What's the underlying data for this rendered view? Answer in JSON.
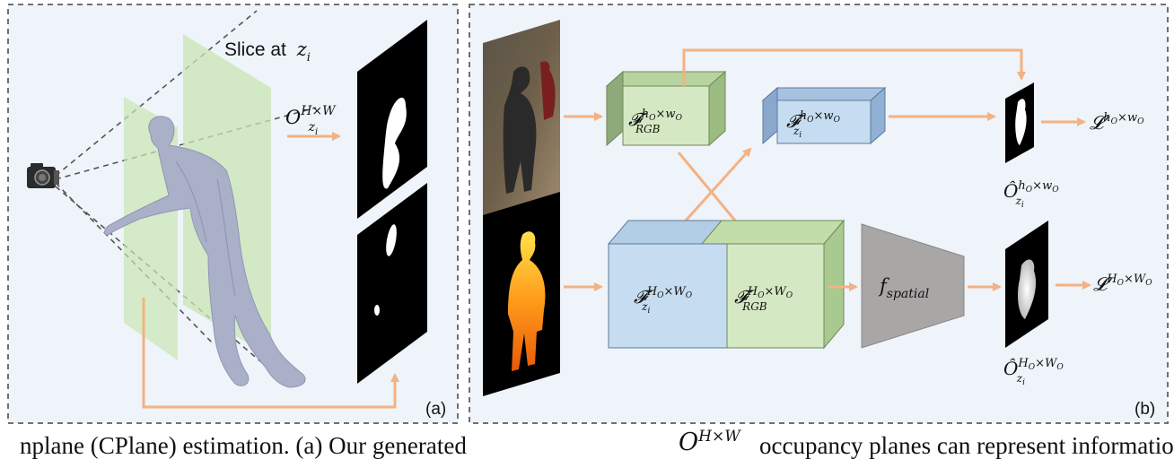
{
  "panel_a": {
    "tag": "(a)",
    "slice_label": "Slice at",
    "slice_var": "z",
    "slice_sub": "i",
    "occ_label": "O",
    "occ_sub": "z",
    "occ_subsub": "i",
    "occ_sup": "H×W"
  },
  "panel_b": {
    "tag": "(b)",
    "feat_rgb_small": {
      "main": "𝓕",
      "sub": "RGB",
      "sup": "h_O×w_O"
    },
    "feat_z_small": {
      "main": "𝓕",
      "sub": "z_i",
      "sup": "h_O×w_O"
    },
    "feat_z_large": {
      "main": "𝓕",
      "sub": "z_i",
      "sup": "H_O×W_O"
    },
    "feat_rgb_large": {
      "main": "𝓕",
      "sub": "RGB",
      "sup": "H_O×W_O"
    },
    "spatial": {
      "main": "f",
      "sub": "spatial"
    },
    "pred_small": {
      "main": "Ô",
      "sub": "z_i",
      "sup": "h_O×w_O"
    },
    "pred_large": {
      "main": "Ô",
      "sub": "z_i",
      "sup": "H_O×W_O"
    },
    "loss_small": {
      "main": "𝓛",
      "sup": "h_O×w_O"
    },
    "loss_large": {
      "main": "𝓛",
      "sup": "H_O×W_O"
    }
  },
  "caption_fragment": {
    "left": "nplane (CPlane) estimation. (a) Our generated",
    "math": "O",
    "sup": "H×W",
    "right": "occupancy planes can represent information"
  },
  "colors": {
    "arrow": "#f4b183",
    "panel_bg": "#eef4f9",
    "green_face": "#d5e8c4",
    "blue_face": "#c6dcf0",
    "trapezoid": "#a9a6a6",
    "dash": "#707070"
  }
}
